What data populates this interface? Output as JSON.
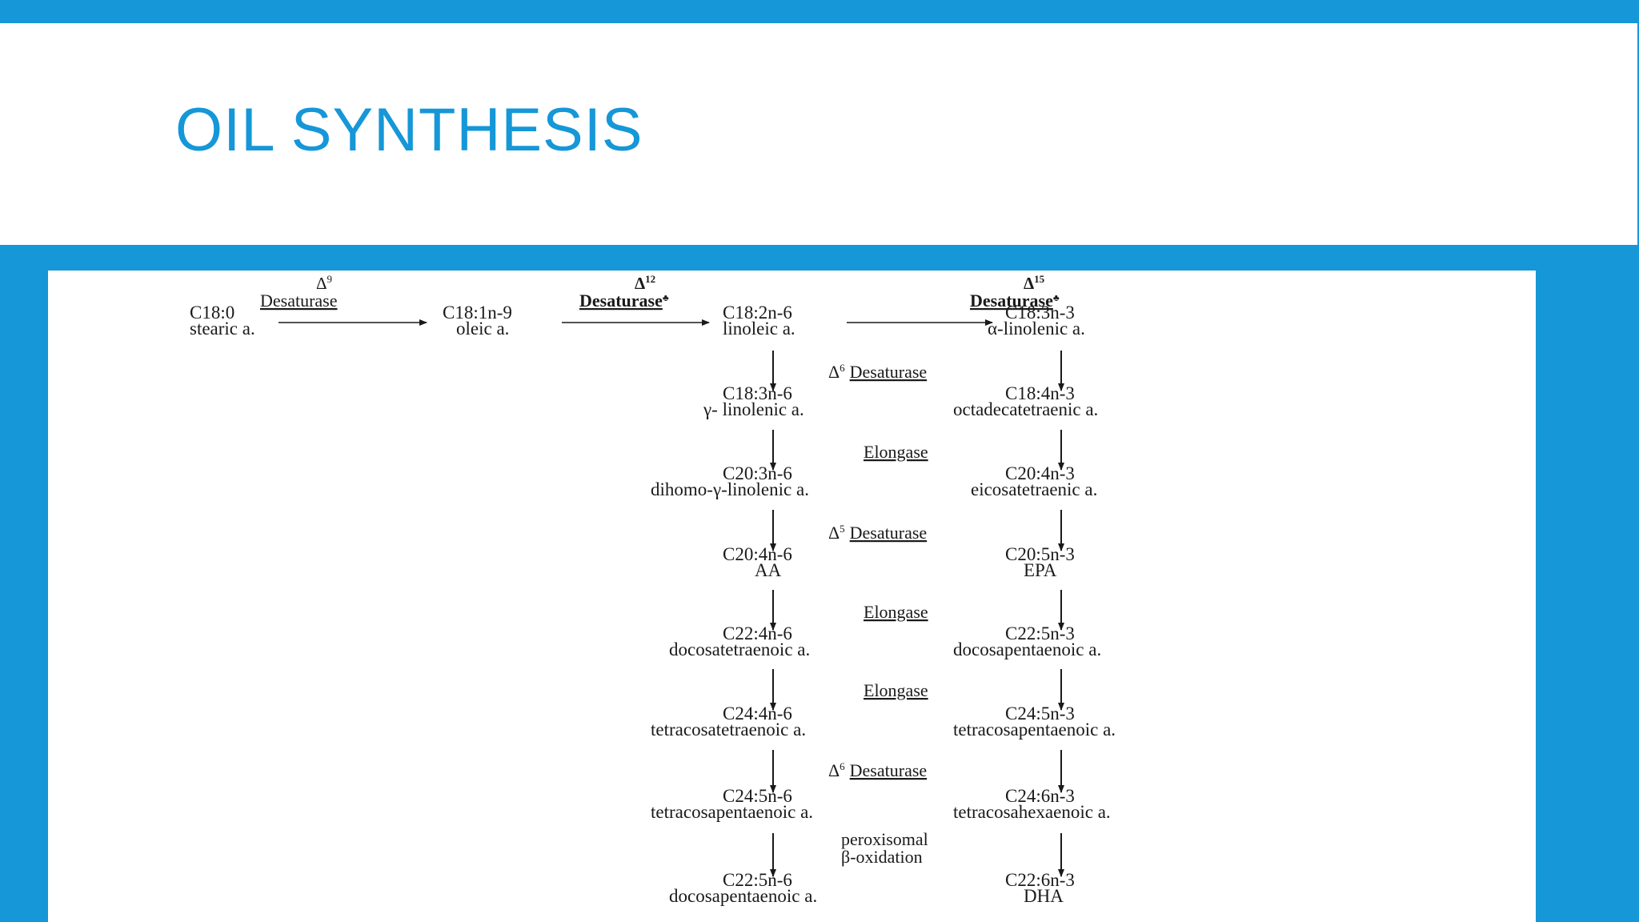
{
  "slide": {
    "title": "OIL SYNTHESIS",
    "colors": {
      "accent": "#1597d8",
      "panel": "#ffffff",
      "diagram_text": "#1a1a1a"
    }
  },
  "diagram": {
    "top_row": [
      {
        "code": "C18:0",
        "name": "stearic a."
      },
      {
        "code": "C18:1n-9",
        "name": "oleic a."
      },
      {
        "code": "C18:2n-6",
        "name": "linoleic a."
      },
      {
        "code": "C18:3n-3",
        "name": "α-linolenic a."
      }
    ],
    "top_enzymes": [
      {
        "delta": "Δ",
        "sup": "9",
        "label": "Desaturase",
        "mark": ""
      },
      {
        "delta": "Δ",
        "sup": "12",
        "label": "Desaturase",
        "mark": "♣"
      },
      {
        "delta": "Δ",
        "sup": "15",
        "label": "Desaturase",
        "mark": "♣"
      }
    ],
    "n6_column": [
      {
        "code": "C18:3n-6",
        "name": "γ- linolenic a."
      },
      {
        "code": "C20:3n-6",
        "name": "dihomo-γ-linolenic a."
      },
      {
        "code": "C20:4n-6",
        "name": "AA"
      },
      {
        "code": "C22:4n-6",
        "name": "docosatetraenoic a."
      },
      {
        "code": "C24:4n-6",
        "name": "tetracosatetraenoic a."
      },
      {
        "code": "C24:5n-6",
        "name": "tetracosapentaenoic a."
      },
      {
        "code": "C22:5n-6",
        "name": "docosapentaenoic a."
      }
    ],
    "n3_column": [
      {
        "code": "C18:4n-3",
        "name": "octadecatetraenic a."
      },
      {
        "code": "C20:4n-3",
        "name": "eicosatetraenic a."
      },
      {
        "code": "C20:5n-3",
        "name": "EPA"
      },
      {
        "code": "C22:5n-3",
        "name": "docosapentaenoic a."
      },
      {
        "code": "C24:5n-3",
        "name": "tetracosapentaenoic a."
      },
      {
        "code": "C24:6n-3",
        "name": "tetracosahexaenoic a."
      },
      {
        "code": "C22:6n-3",
        "name": "DHA"
      }
    ],
    "steps": [
      {
        "delta": "Δ",
        "sup": "6",
        "label": "Desaturase"
      },
      {
        "delta": "",
        "sup": "",
        "label": "Elongase"
      },
      {
        "delta": "Δ",
        "sup": "5",
        "label": "Desaturase"
      },
      {
        "delta": "",
        "sup": "",
        "label": "Elongase"
      },
      {
        "delta": "",
        "sup": "",
        "label": "Elongase"
      },
      {
        "delta": "Δ",
        "sup": "6",
        "label": "Desaturase"
      }
    ],
    "final_step": {
      "line1": "peroxisomal",
      "line2": "β-oxidation"
    }
  }
}
